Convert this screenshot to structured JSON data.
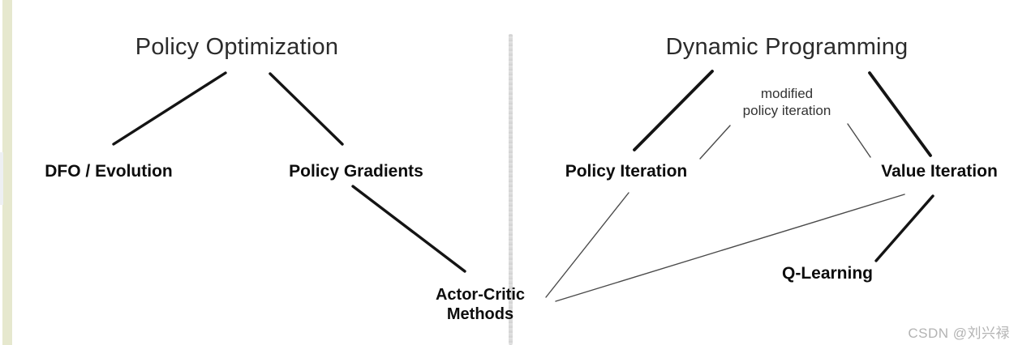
{
  "diagram": {
    "titles": {
      "policy_optimization": "Policy Optimization",
      "dynamic_programming": "Dynamic Programming"
    },
    "nodes": {
      "dfo_evolution": "DFO / Evolution",
      "policy_gradients": "Policy Gradients",
      "policy_iteration": "Policy Iteration",
      "value_iteration": "Value Iteration",
      "q_learning": "Q-Learning",
      "actor_critic_line1": "Actor-Critic",
      "actor_critic_line2": "Methods",
      "modified_line1": "modified",
      "modified_line2": "policy iteration"
    },
    "edges": [
      {
        "from": "Policy Optimization",
        "to": "DFO / Evolution",
        "style": "thick"
      },
      {
        "from": "Policy Optimization",
        "to": "Policy Gradients",
        "style": "thick"
      },
      {
        "from": "Policy Gradients",
        "to": "Actor-Critic Methods",
        "style": "thick"
      },
      {
        "from": "Dynamic Programming",
        "to": "Policy Iteration",
        "style": "thick"
      },
      {
        "from": "Dynamic Programming",
        "to": "Value Iteration",
        "style": "thick"
      },
      {
        "from": "modified policy iteration",
        "to": "Policy Iteration",
        "style": "thin"
      },
      {
        "from": "modified policy iteration",
        "to": "Value Iteration",
        "style": "thin"
      },
      {
        "from": "Policy Iteration",
        "to": "Actor-Critic Methods",
        "style": "thin"
      },
      {
        "from": "Value Iteration",
        "to": "Actor-Critic Methods",
        "style": "thin"
      },
      {
        "from": "Value Iteration",
        "to": "Q-Learning",
        "style": "thick"
      }
    ],
    "colors": {
      "line": "#141414",
      "thin_line": "#4a4a4a",
      "divider": "#d7d7d7",
      "left_strip": "#e6e8ce",
      "text": "#0d0d0d",
      "title_text": "#2b2b2b",
      "watermark": "#b3b3b3"
    }
  },
  "page": {
    "watermark": "CSDN @刘兴禄"
  }
}
